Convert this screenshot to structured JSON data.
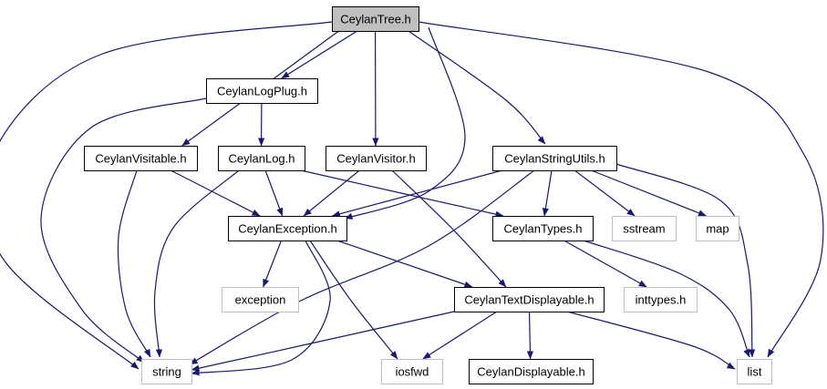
{
  "colors": {
    "edge": "#191970",
    "node_border": "#000000",
    "external_border": "#bfbfbf",
    "root_fill": "#bfbfbf",
    "node_text": "#000000",
    "external_text": "#000000"
  },
  "nodes": [
    {
      "id": "root",
      "label": "CeylanTree.h",
      "kind": "root"
    },
    {
      "id": "logplug",
      "label": "CeylanLogPlug.h",
      "kind": "header"
    },
    {
      "id": "visitable",
      "label": "CeylanVisitable.h",
      "kind": "header"
    },
    {
      "id": "log",
      "label": "CeylanLog.h",
      "kind": "header"
    },
    {
      "id": "visitor",
      "label": "CeylanVisitor.h",
      "kind": "header"
    },
    {
      "id": "stringutils",
      "label": "CeylanStringUtils.h",
      "kind": "header"
    },
    {
      "id": "exception_h",
      "label": "CeylanException.h",
      "kind": "header"
    },
    {
      "id": "types",
      "label": "CeylanTypes.h",
      "kind": "header"
    },
    {
      "id": "sstream",
      "label": "sstream",
      "kind": "external"
    },
    {
      "id": "map",
      "label": "map",
      "kind": "external"
    },
    {
      "id": "exception",
      "label": "exception",
      "kind": "external"
    },
    {
      "id": "textdisp",
      "label": "CeylanTextDisplayable.h",
      "kind": "header"
    },
    {
      "id": "inttypes",
      "label": "inttypes.h",
      "kind": "external"
    },
    {
      "id": "string",
      "label": "string",
      "kind": "external"
    },
    {
      "id": "iosfwd",
      "label": "iosfwd",
      "kind": "external"
    },
    {
      "id": "displayable",
      "label": "CeylanDisplayable.h",
      "kind": "header"
    },
    {
      "id": "list",
      "label": "list",
      "kind": "external"
    }
  ],
  "edges": [
    [
      "root",
      "logplug"
    ],
    [
      "root",
      "visitable"
    ],
    [
      "root",
      "visitor"
    ],
    [
      "root",
      "exception_h"
    ],
    [
      "root",
      "stringutils"
    ],
    [
      "root",
      "string"
    ],
    [
      "root",
      "list"
    ],
    [
      "logplug",
      "log"
    ],
    [
      "logplug",
      "string"
    ],
    [
      "visitable",
      "exception_h"
    ],
    [
      "visitable",
      "string"
    ],
    [
      "log",
      "exception_h"
    ],
    [
      "log",
      "types"
    ],
    [
      "log",
      "string"
    ],
    [
      "visitor",
      "exception_h"
    ],
    [
      "visitor",
      "textdisp"
    ],
    [
      "stringutils",
      "exception_h"
    ],
    [
      "stringutils",
      "types"
    ],
    [
      "stringutils",
      "sstream"
    ],
    [
      "stringutils",
      "map"
    ],
    [
      "stringutils",
      "list"
    ],
    [
      "stringutils",
      "string"
    ],
    [
      "exception_h",
      "exception"
    ],
    [
      "exception_h",
      "textdisp"
    ],
    [
      "exception_h",
      "string"
    ],
    [
      "exception_h",
      "iosfwd"
    ],
    [
      "types",
      "inttypes"
    ],
    [
      "types",
      "list"
    ],
    [
      "textdisp",
      "string"
    ],
    [
      "textdisp",
      "iosfwd"
    ],
    [
      "textdisp",
      "displayable"
    ],
    [
      "textdisp",
      "list"
    ]
  ]
}
